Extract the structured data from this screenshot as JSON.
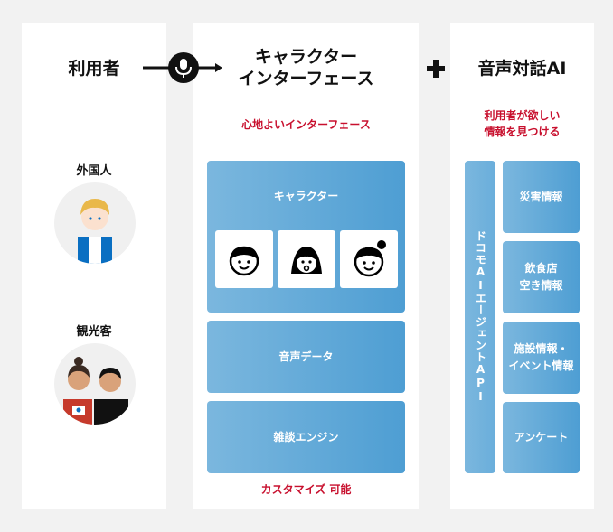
{
  "users": {
    "title": "利用者",
    "personas": [
      {
        "label": "外国人"
      },
      {
        "label": "観光客"
      }
    ]
  },
  "interface": {
    "title_line1": "キャラクター",
    "title_line2": "インターフェース",
    "subtitle": "心地よいインターフェース",
    "blocks": {
      "character": "キャラクター",
      "voice": "音声データ",
      "chat": "雑談エンジン"
    },
    "footer": "カスタマイズ 可能"
  },
  "ai": {
    "title": "音声対話AI",
    "subtitle_line1": "利用者が欲しい",
    "subtitle_line2": "情報を見つける",
    "api": "ドコモAIエージェントAPI",
    "services": [
      {
        "line1": "災害情報",
        "line2": ""
      },
      {
        "line1": "飲食店",
        "line2": "空き情報"
      },
      {
        "line1": "施設情報・",
        "line2": "イベント情報"
      },
      {
        "line1": "アンケート",
        "line2": ""
      }
    ]
  },
  "colors": {
    "accent": "#c8102e",
    "block": "#5fa8d8"
  }
}
